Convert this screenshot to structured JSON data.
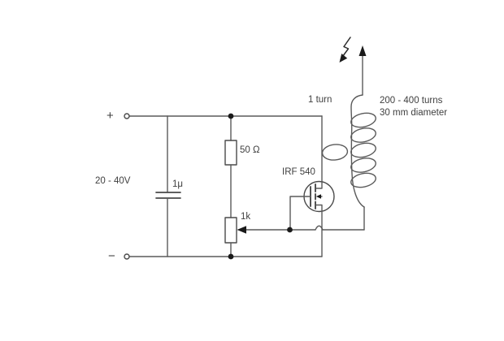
{
  "colors": {
    "background": "#ffffff",
    "wire": "#5a5a5a",
    "component_outline": "#4a4a4a",
    "text": "#3f3f3f",
    "junction_dot": "#1a1a1a"
  },
  "schematic": {
    "type": "circuit-diagram",
    "labels": {
      "positive_terminal": "+",
      "negative_terminal": "−",
      "supply_voltage": "20 - 40V",
      "capacitor_value": "1μ",
      "resistor_value": "50 Ω",
      "potentiometer_value": "1k",
      "mosfet_part_number": "IRF 540",
      "primary_winding": "1 turn",
      "secondary_turns": "200 - 400 turns",
      "secondary_diameter": "30 mm diameter"
    },
    "components": [
      {
        "symbol": "dc-supply-terminals",
        "label": "20 - 40V"
      },
      {
        "symbol": "filter-capacitor",
        "label": "1μ"
      },
      {
        "symbol": "series-resistor",
        "label": "50 Ω"
      },
      {
        "symbol": "potentiometer",
        "label": "1k"
      },
      {
        "symbol": "n-channel-mosfet",
        "label": "IRF 540"
      },
      {
        "symbol": "primary-winding-loop",
        "label": "1 turn"
      },
      {
        "symbol": "secondary-coil",
        "label": "200 - 400 turns, 30 mm diameter"
      },
      {
        "symbol": "spark-discharge-arrow"
      }
    ]
  }
}
